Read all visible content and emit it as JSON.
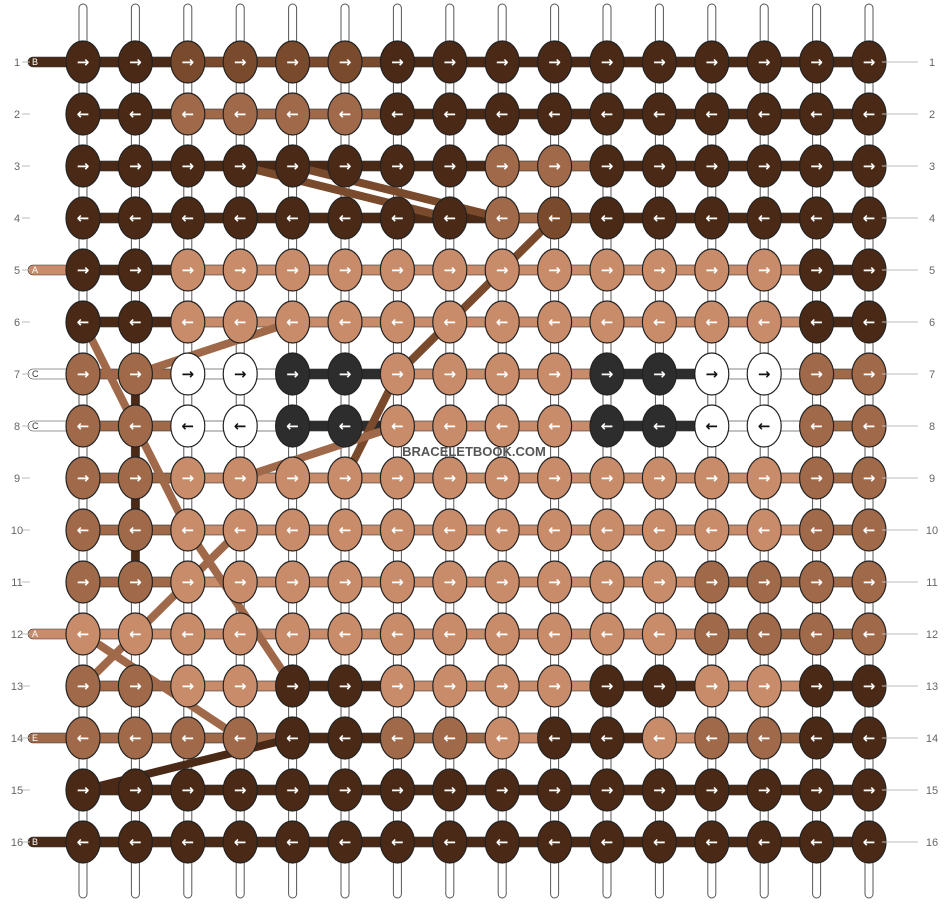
{
  "watermark": "BRACELETBOOK.COM",
  "colors": {
    "B": "#4a2a16",
    "A": "#c98c6a",
    "C": "#ffffff",
    "D": "#2d2d2d",
    "E": "#a06a4a",
    "F": "#7a4a2c"
  },
  "rows": [
    {
      "label": "1",
      "strand": "B",
      "dir": "R",
      "knots": "BBFFFFBBBBBBBBBB"
    },
    {
      "label": "2",
      "strand": "",
      "dir": "L",
      "knots": "BBEEEEBBBBBBBBBB"
    },
    {
      "label": "3",
      "strand": "",
      "dir": "R",
      "knots": "BBBBBBBBEEBBBBBB"
    },
    {
      "label": "4",
      "strand": "",
      "dir": "L",
      "knots": "BBBBBBBBEFBBBBBB"
    },
    {
      "label": "5",
      "strand": "A",
      "dir": "R",
      "knots": "BBAAAAAAAAAAAABB"
    },
    {
      "label": "6",
      "strand": "",
      "dir": "L",
      "knots": "BBAAAAAAAAAAAABB"
    },
    {
      "label": "7",
      "strand": "C",
      "dir": "R",
      "knots": "EECCDDAAAADDCCEE"
    },
    {
      "label": "8",
      "strand": "C",
      "dir": "L",
      "knots": "EECCDDAAAADDCCEE"
    },
    {
      "label": "9",
      "strand": "",
      "dir": "R",
      "knots": "EEAAAAAAAAAAAAEE"
    },
    {
      "label": "10",
      "strand": "",
      "dir": "L",
      "knots": "EEAAAAAAAAAAAAEE"
    },
    {
      "label": "11",
      "strand": "",
      "dir": "R",
      "knots": "EEAAAAAAAAAAEEEE"
    },
    {
      "label": "12",
      "strand": "A",
      "dir": "L",
      "knots": "AAAAAAAAAAAAEEEE"
    },
    {
      "label": "13",
      "strand": "",
      "dir": "R",
      "knots": "EEAABBAAAABBAABB"
    },
    {
      "label": "14",
      "strand": "E",
      "dir": "L",
      "knots": "EEEEBBEEABBAEEBB"
    },
    {
      "label": "15",
      "strand": "",
      "dir": "R",
      "knots": "BBBBBBBBBBBBBBBB"
    },
    {
      "label": "16",
      "strand": "B",
      "dir": "L",
      "knots": "BBBBBBBBBBBBBBBB"
    }
  ]
}
